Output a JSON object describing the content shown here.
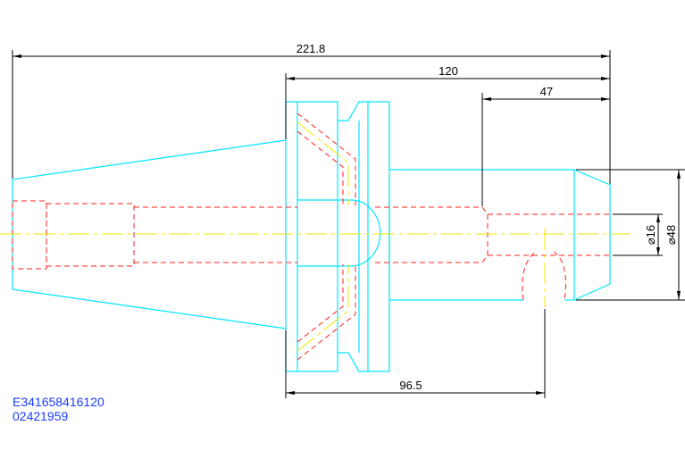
{
  "colors": {
    "outline": "#00e5ff",
    "hidden_lines": "#ff2020",
    "center_lines": "#f2e600",
    "dimensions": "#000000",
    "part_text": "#1a3cff"
  },
  "dimensions": {
    "overall_length": "221.8",
    "flange_to_end": "120",
    "nose_length": "47",
    "gauge_to_cross_hole": "96.5",
    "bore_diameter": "⌀16",
    "nose_diameter": "⌀48"
  },
  "part": {
    "number": "E341658416120",
    "code": "02421959"
  }
}
